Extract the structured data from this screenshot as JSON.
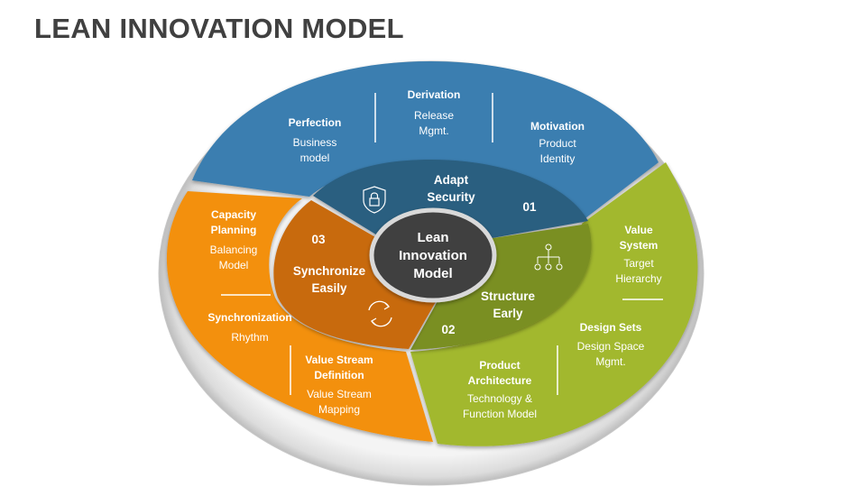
{
  "title": "LEAN INNOVATION MODEL",
  "colors": {
    "blue": "#3A7EB0",
    "green": "#A2B82E",
    "orange": "#F3900F",
    "dark_blue": "#2B5F80",
    "dark_green": "#7A8F22",
    "dark_orange": "#C86A10",
    "center": "#3F3F3F"
  },
  "center": {
    "line1": "Lean",
    "line2": "Innovation",
    "line3": "Model"
  },
  "inner": {
    "adapt": {
      "line1": "Adapt",
      "line2": "Security",
      "number": "01",
      "icon": "shield-lock-icon"
    },
    "structure": {
      "line1": "Structure",
      "line2": "Early",
      "number": "02",
      "icon": "hierarchy-icon"
    },
    "synchronize": {
      "line1": "Synchronize",
      "line2": "Easily",
      "number": "03",
      "icon": "cycle-arrows-icon"
    }
  },
  "outer": {
    "perfection": {
      "title": "Perfection",
      "desc1": "Business",
      "desc2": "model"
    },
    "derivation": {
      "title": "Derivation",
      "desc1": "Release",
      "desc2": "Mgmt."
    },
    "motivation": {
      "title": "Motivation",
      "desc1": "Product",
      "desc2": "Identity"
    },
    "value_system": {
      "title1": "Value",
      "title2": "System",
      "desc1": "Target",
      "desc2": "Hierarchy"
    },
    "design_sets": {
      "title": "Design Sets",
      "desc1": "Design Space",
      "desc2": "Mgmt."
    },
    "product_arch": {
      "title1": "Product",
      "title2": "Architecture",
      "desc1": "Technology &",
      "desc2": "Function Model"
    },
    "capacity": {
      "title1": "Capacity",
      "title2": "Planning",
      "desc1": "Balancing",
      "desc2": "Model"
    },
    "synchronization": {
      "title": "Synchronization",
      "desc": "Rhythm"
    },
    "value_stream": {
      "title1": "Value Stream",
      "title2": "Definition",
      "desc1": "Value Stream",
      "desc2": "Mapping"
    }
  }
}
